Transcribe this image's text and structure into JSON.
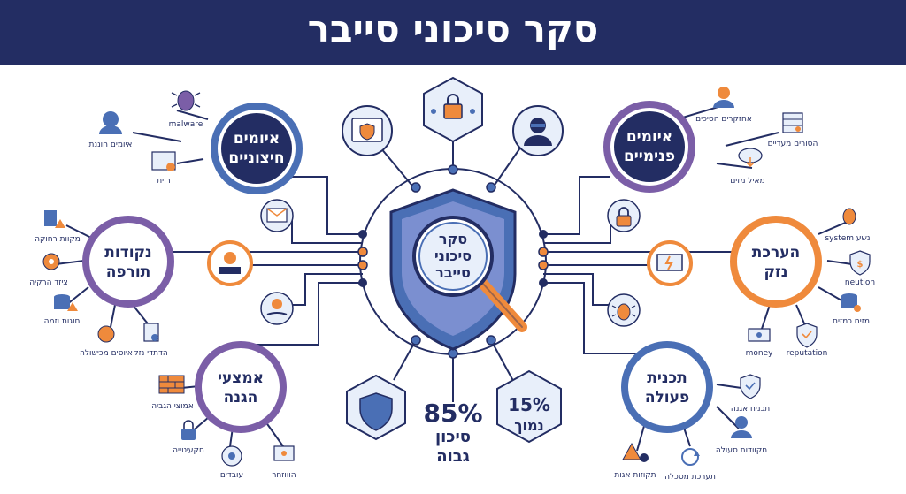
{
  "title": "סקר סיכוני סייבר",
  "colors": {
    "navy": "#232d63",
    "blue": "#4a6fb5",
    "purple": "#7b5ea7",
    "orange": "#ef8a3c",
    "light": "#e8effa"
  },
  "center": {
    "line1": "סקר",
    "line2": "סיכוני",
    "line3": "סייבר"
  },
  "hubs": {
    "external": {
      "line1": "איומים",
      "line2": "חיצוניים"
    },
    "internal": {
      "line1": "איומים",
      "line2": "פנימיים"
    },
    "vulnerabilities": {
      "line1": "נקודות",
      "line2": "תורפה"
    },
    "damage": {
      "line1": "הערכת",
      "line2": "נזק"
    },
    "defense": {
      "line1": "אמצעי",
      "line2": "הגנה"
    },
    "action": {
      "line1": "תכנית",
      "line2": "פעולה"
    }
  },
  "labels": {
    "malware": "malware",
    "hacker_threat": "איומים חוננת",
    "phishing": "רוית",
    "internal_staff": "אחזקרים הסיכים",
    "servers": "הסורים מעדיים",
    "cloud": "מאיל מזים",
    "remote_points": "מקוות רחוקה",
    "device_id": "ציזד הרקיה",
    "data_breach": "חוגות וזמה",
    "unpatched": "איוסים מכישולה",
    "insider_leak": "הדתדי נזק",
    "system": "system נשע",
    "neution": "neution",
    "mobile": "מזים כמזים",
    "money": "money",
    "reputation": "reputation",
    "firewall": "אמוצי הגביה",
    "encryption": "חקעיטייה",
    "employees": "עובדים",
    "training": "הוווזחר",
    "defense_plan": "תכניח אגנה",
    "response_team": "חקוודות סעולה",
    "alerts": "תקוזות אגות",
    "recovery": "תערכת מסכלה"
  },
  "stats": {
    "high": {
      "value": "85%",
      "line1": "סיכון",
      "line2": "גבוה"
    },
    "low": {
      "value": "15%",
      "line1": "נמוך"
    }
  }
}
